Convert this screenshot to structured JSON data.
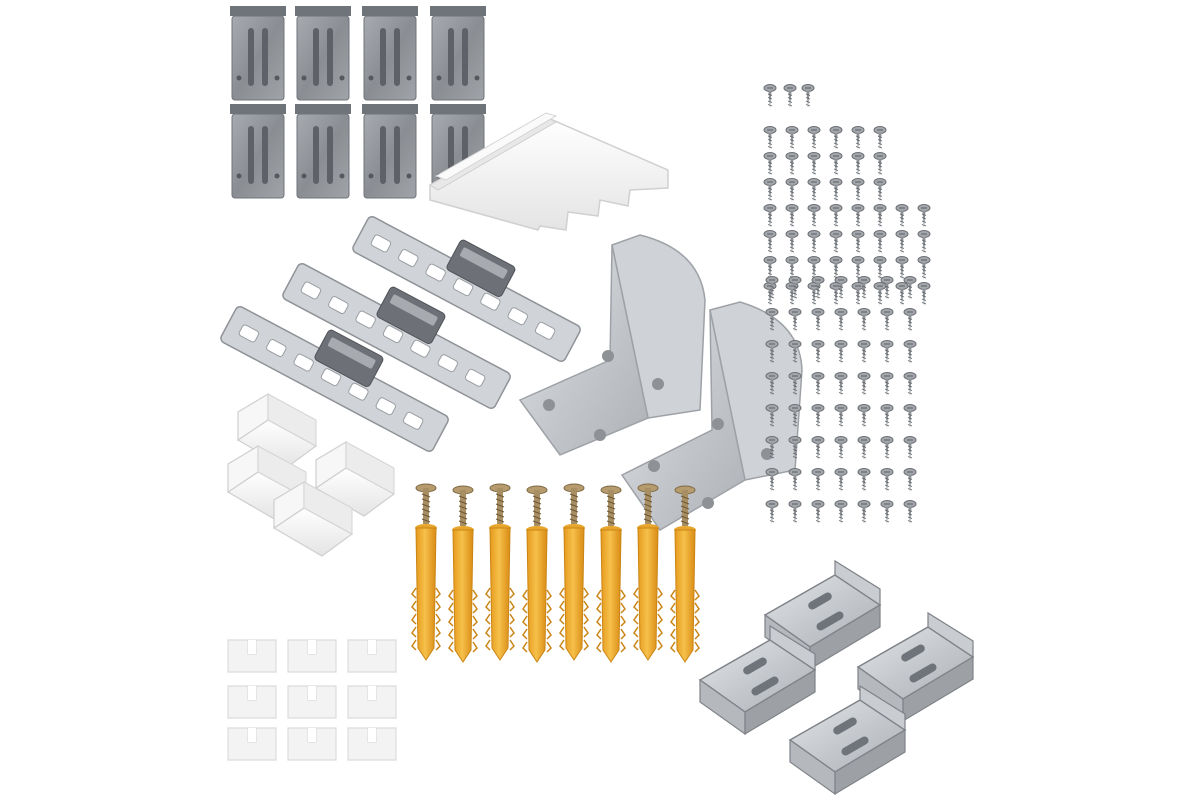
{
  "image": {
    "kind": "product-photo",
    "background": "#ffffff",
    "colors": {
      "steel_dark": "#8d9196",
      "steel_mid": "#b4b8bd",
      "steel_light": "#d5d8dc",
      "steel_edge": "#6f747a",
      "white_plastic": "#f4f4f4",
      "white_shadow": "#d9d9d9",
      "dowel_yellow": "#f2b233",
      "dowel_shade": "#d9931c",
      "screw": "#9ea3a8"
    },
    "parts": {
      "mounting_plates_small": 8,
      "white_plastic_guide": 1,
      "slotted_strip_brackets": 3,
      "l_angle_brackets": 2,
      "white_corner_pads": 4,
      "dowels_with_screws": 8,
      "white_spacer_pads": 9,
      "screws_column": 109,
      "u_clip_brackets": 4
    }
  }
}
